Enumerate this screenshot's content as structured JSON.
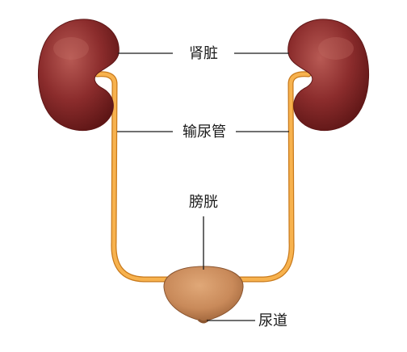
{
  "labels": {
    "kidney": "肾脏",
    "ureter": "输尿管",
    "bladder": "膀胱",
    "urethra": "尿道"
  },
  "colors": {
    "kidney_fill": "#8b2c2c",
    "kidney_dark": "#5e1616",
    "kidney_highlight": "#b85a54",
    "ureter": "#f2a33a",
    "bladder_fill": "#c98a5a",
    "leader_line": "#1a1a1a"
  }
}
